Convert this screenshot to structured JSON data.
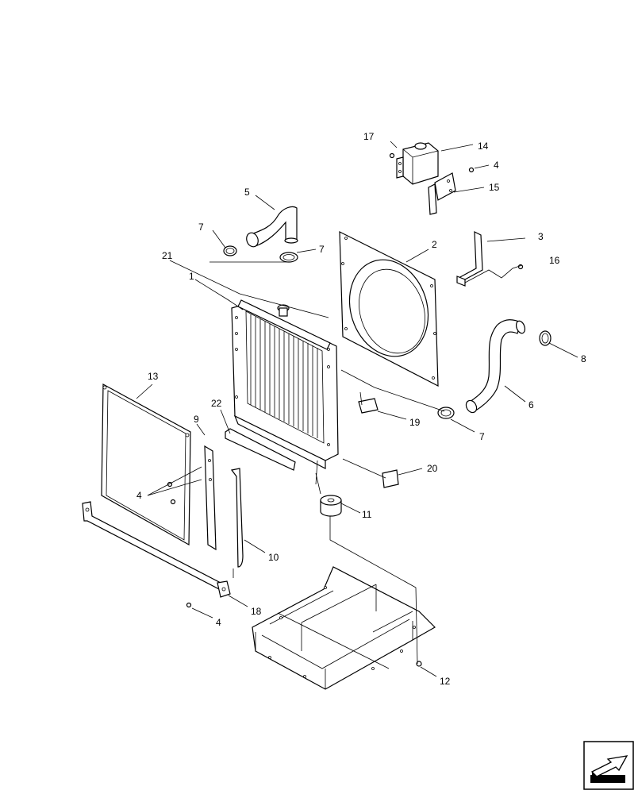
{
  "diagram": {
    "callouts": [
      {
        "id": "c1",
        "label": "1"
      },
      {
        "id": "c2",
        "label": "2"
      },
      {
        "id": "c3",
        "label": "3"
      },
      {
        "id": "c4a",
        "label": "4"
      },
      {
        "id": "c4b",
        "label": "4"
      },
      {
        "id": "c4c",
        "label": "4"
      },
      {
        "id": "c5",
        "label": "5"
      },
      {
        "id": "c6",
        "label": "6"
      },
      {
        "id": "c7a",
        "label": "7"
      },
      {
        "id": "c7b",
        "label": "7"
      },
      {
        "id": "c7c",
        "label": "7"
      },
      {
        "id": "c8",
        "label": "8"
      },
      {
        "id": "c9",
        "label": "9"
      },
      {
        "id": "c10",
        "label": "10"
      },
      {
        "id": "c11",
        "label": "11"
      },
      {
        "id": "c12",
        "label": "12"
      },
      {
        "id": "c13",
        "label": "13"
      },
      {
        "id": "c14",
        "label": "14"
      },
      {
        "id": "c15",
        "label": "15"
      },
      {
        "id": "c16",
        "label": "16"
      },
      {
        "id": "c17",
        "label": "17"
      },
      {
        "id": "c18",
        "label": "18"
      },
      {
        "id": "c19",
        "label": "19"
      },
      {
        "id": "c20",
        "label": "20"
      },
      {
        "id": "c21",
        "label": "21"
      },
      {
        "id": "c22",
        "label": "22"
      }
    ],
    "nav_icon": "arrow-navigation-icon"
  }
}
